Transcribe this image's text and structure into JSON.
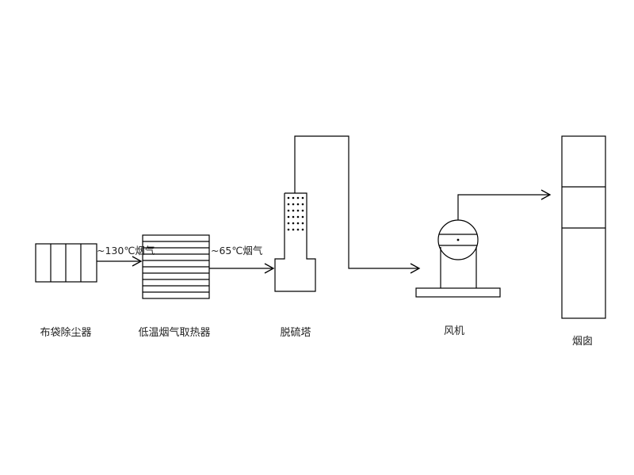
{
  "diagram": {
    "line_color": "#000000",
    "background": "#ffffff",
    "equipment": {
      "bag_filter": "布袋除尘器",
      "heat_extractor": "低温烟气取热器",
      "desulfurization_tower": "脱硫塔",
      "fan": "风机",
      "chimney": "烟囱"
    },
    "flows": {
      "gas_130": "~130℃烟气",
      "gas_65": "~65℃烟气"
    }
  }
}
